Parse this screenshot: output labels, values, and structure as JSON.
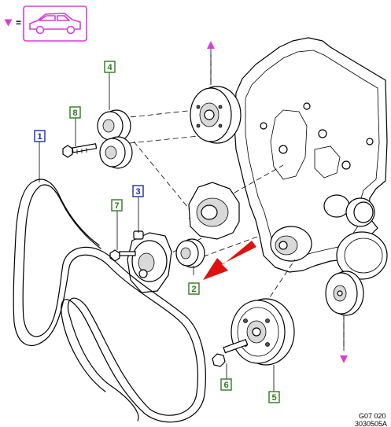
{
  "colors": {
    "accent": "#d63fd6",
    "callout_blue": "#1a2f9c",
    "callout_green": "#2d7a1d",
    "arrow": "#e01010"
  },
  "legend": {
    "marker": "triangle",
    "equals": "=",
    "icon": "car-icon"
  },
  "callouts": [
    {
      "id": "1",
      "color": "blue"
    },
    {
      "id": "2",
      "color": "green"
    },
    {
      "id": "3",
      "color": "blue"
    },
    {
      "id": "4",
      "color": "green"
    },
    {
      "id": "5",
      "color": "green"
    },
    {
      "id": "6",
      "color": "green"
    },
    {
      "id": "7",
      "color": "green"
    },
    {
      "id": "8",
      "color": "green"
    }
  ],
  "footer": {
    "code_1": "G07 020",
    "code_2": "3030505A"
  }
}
